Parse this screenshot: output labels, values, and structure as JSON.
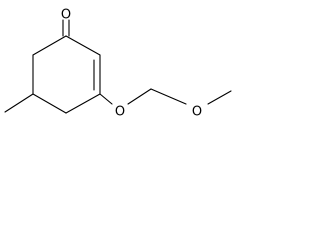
{
  "molecule": {
    "atoms": {
      "ketone_oxygen": "O",
      "ether_oxygen": "O",
      "methoxy_oxygen": "O"
    },
    "colors": {
      "bond": "#000000",
      "label": "#000000",
      "background": "#ffffff"
    }
  }
}
